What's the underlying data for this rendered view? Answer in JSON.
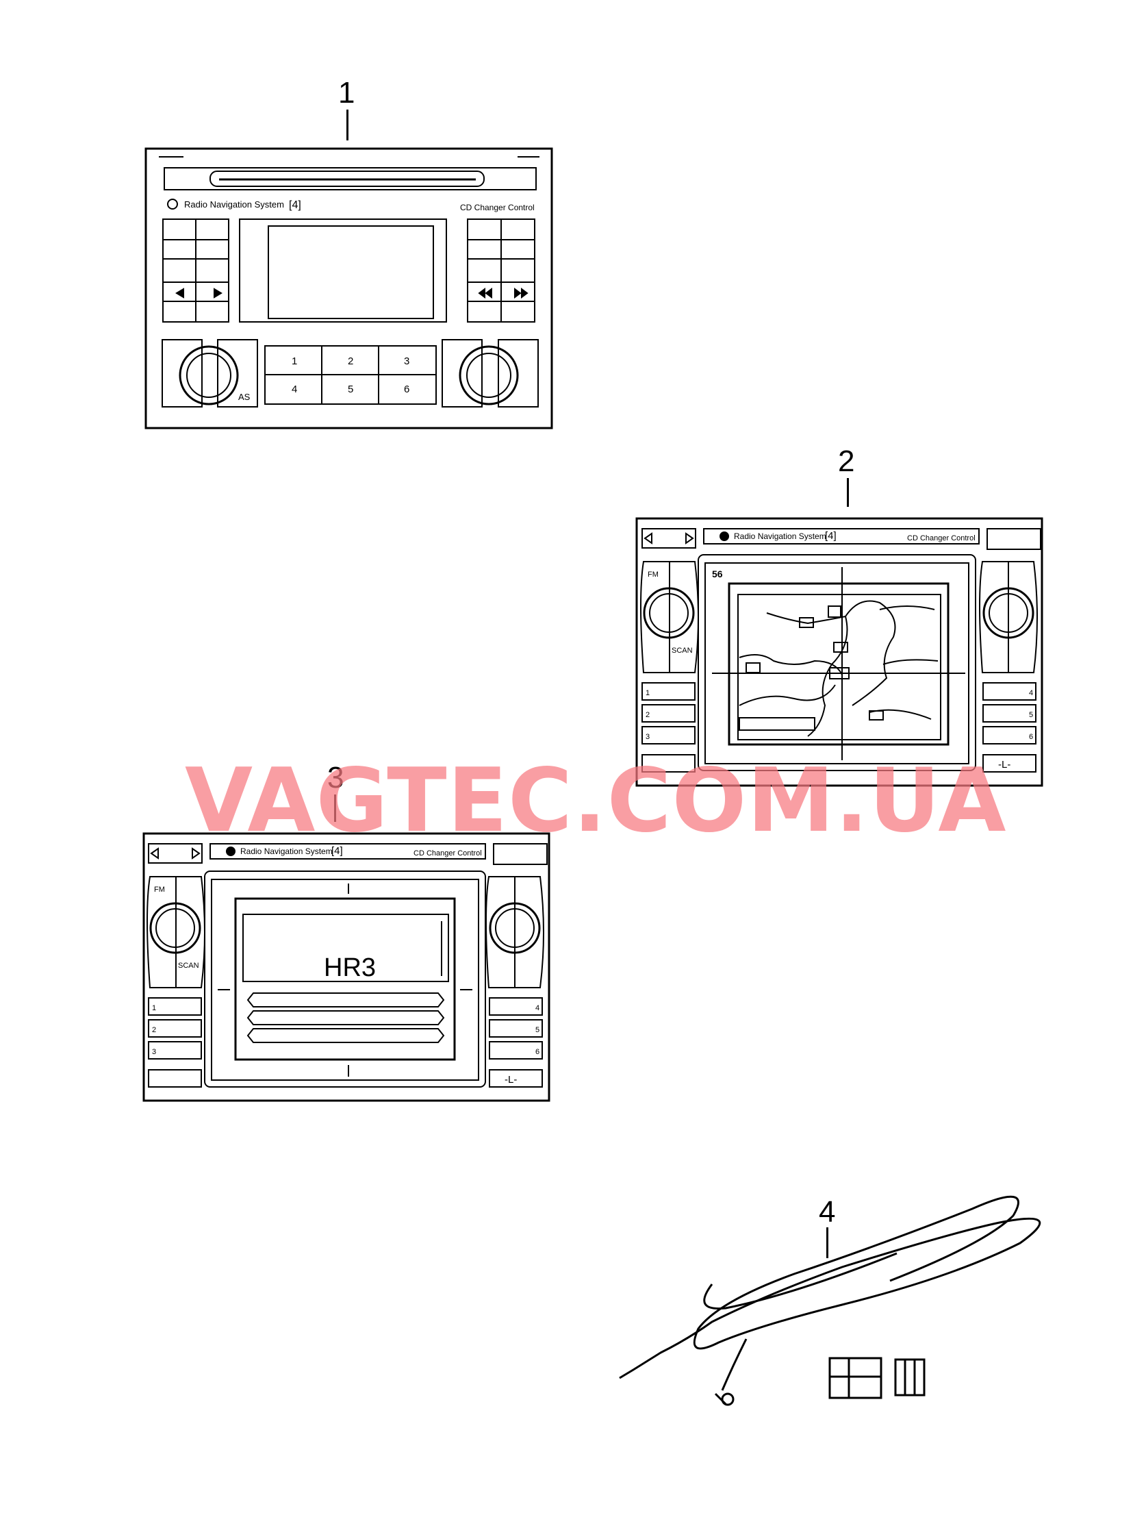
{
  "callouts": {
    "part1": "1",
    "part2": "2",
    "part3": "3",
    "part4": "4"
  },
  "unit1": {
    "brand_line": "Radio Navigation System",
    "model_badge": "[4]",
    "cd_label": "CD Changer Control",
    "preset_labels": [
      "1",
      "2",
      "3",
      "4",
      "5",
      "6"
    ],
    "as_label": "AS"
  },
  "unit2": {
    "brand_line": "Radio Navigation System",
    "model_badge": "[4]",
    "cd_label": "CD Changer Control",
    "fm_label": "FM",
    "scan_label": "SCAN",
    "map_badge": "56",
    "left_presets": [
      "1",
      "2",
      "3"
    ],
    "right_presets": [
      "4",
      "5",
      "6"
    ],
    "bottom_right": "-L-"
  },
  "unit3": {
    "brand_line": "Radio Navigation System",
    "model_badge": "[4]",
    "cd_label": "CD Changer Control",
    "fm_label": "FM",
    "scan_label": "SCAN",
    "station": "HR3",
    "left_presets": [
      "1",
      "2",
      "3"
    ],
    "right_presets": [
      "4",
      "5",
      "6"
    ],
    "bottom_right": "-L-"
  },
  "watermark": "VAGTEC.COM.UA",
  "colors": {
    "line": "#000000",
    "watermark": "#f67880"
  }
}
